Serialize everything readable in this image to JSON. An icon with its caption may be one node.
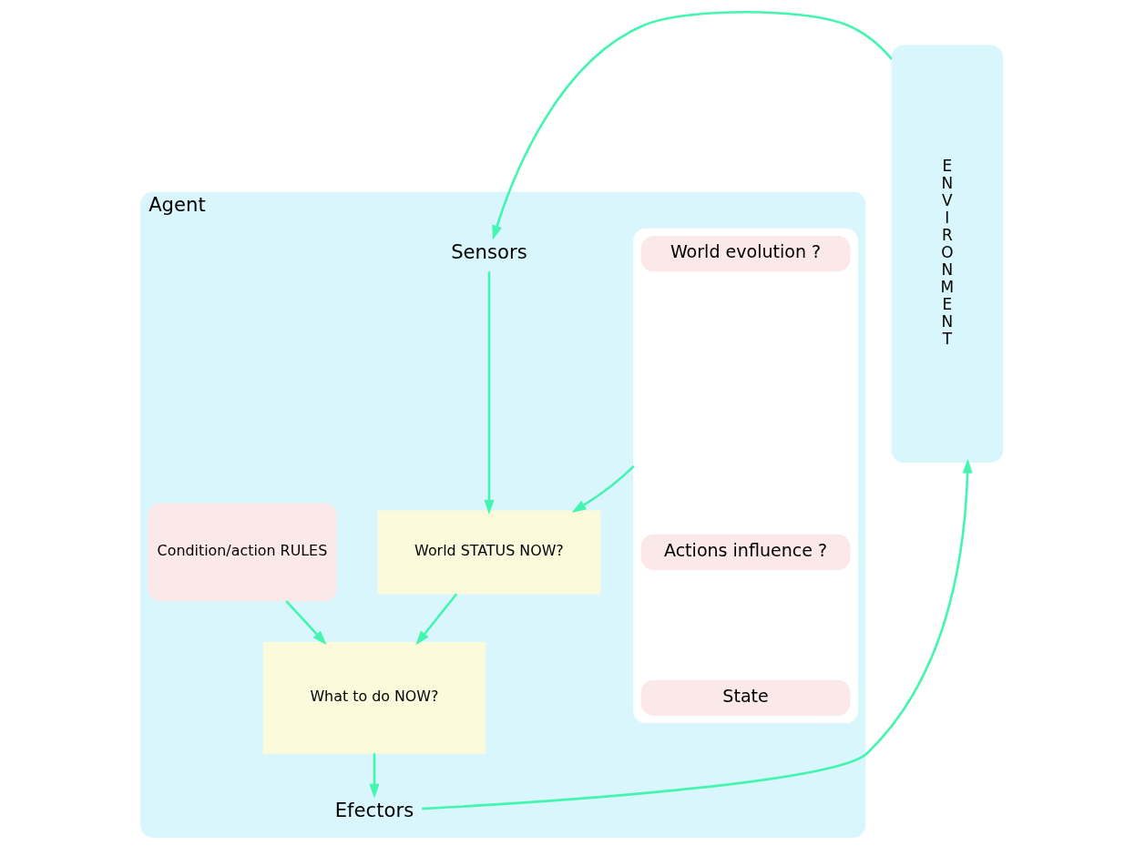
{
  "diagram": {
    "nodes": [
      {
        "text": [
          "Agent"
        ]
      },
      {
        "text": [],
        "shape": "box",
        "in": 0
      },
      {
        "text": [
          "World evolution ?"
        ],
        "in": 1
      },
      {
        "text": [
          "Actions influence ?"
        ],
        "in": 1
      },
      {
        "text": [
          "State"
        ],
        "in": 1
      },
      {
        "text": [
          "Sensors"
        ],
        "in": 0
      },
      {
        "text": [
          "World STATUS NOW?"
        ],
        "in": 0
      },
      {
        "text": [
          "What to do NOW?"
        ],
        "in": 0
      },
      {
        "text": [
          "Condition/action RULES"
        ],
        "in": 0
      },
      {
        "text": [
          "Efectors"
        ],
        "in": 0
      },
      {
        "text": [
          "E N V I R O N M E N T"
        ]
      }
    ],
    "edges": [
      {
        "from": 10,
        "to": 5,
        "arrow": "to"
      },
      {
        "from": 5,
        "to": 6,
        "arrow": "to"
      },
      {
        "from": 1,
        "to": 6,
        "arrow": "to"
      },
      {
        "from": 6,
        "to": 7,
        "arrow": "to"
      },
      {
        "from": 8,
        "to": 7,
        "arrow": "to"
      },
      {
        "from": 7,
        "to": 9,
        "arrow": "to"
      },
      {
        "from": 9,
        "to": 10,
        "arrow": "to"
      }
    ]
  }
}
